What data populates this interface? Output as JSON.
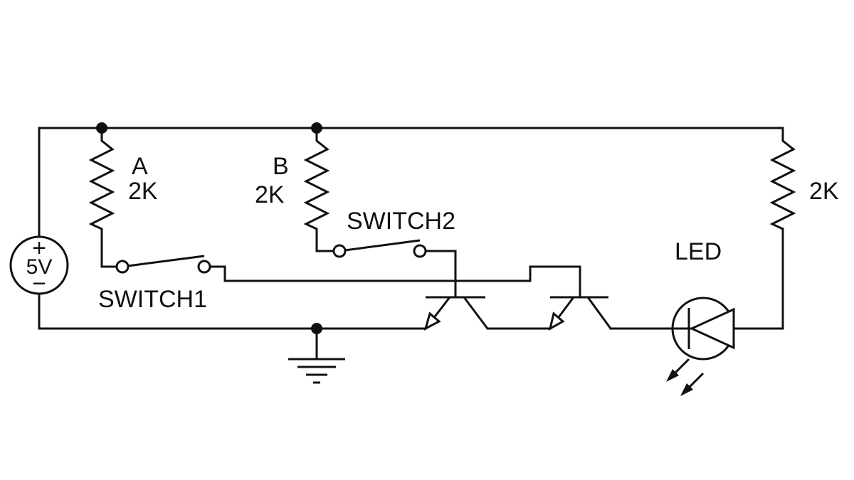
{
  "source": {
    "voltage_label": "5V",
    "plus_sign": "+",
    "minus_sign": "−"
  },
  "resistor_a": {
    "name": "A",
    "value": "2K"
  },
  "resistor_b": {
    "name": "B",
    "value": "2K"
  },
  "resistor_led": {
    "value": "2K"
  },
  "switch1": {
    "label": "SWITCH1"
  },
  "switch2": {
    "label": "SWITCH2"
  },
  "led": {
    "label": "LED"
  }
}
